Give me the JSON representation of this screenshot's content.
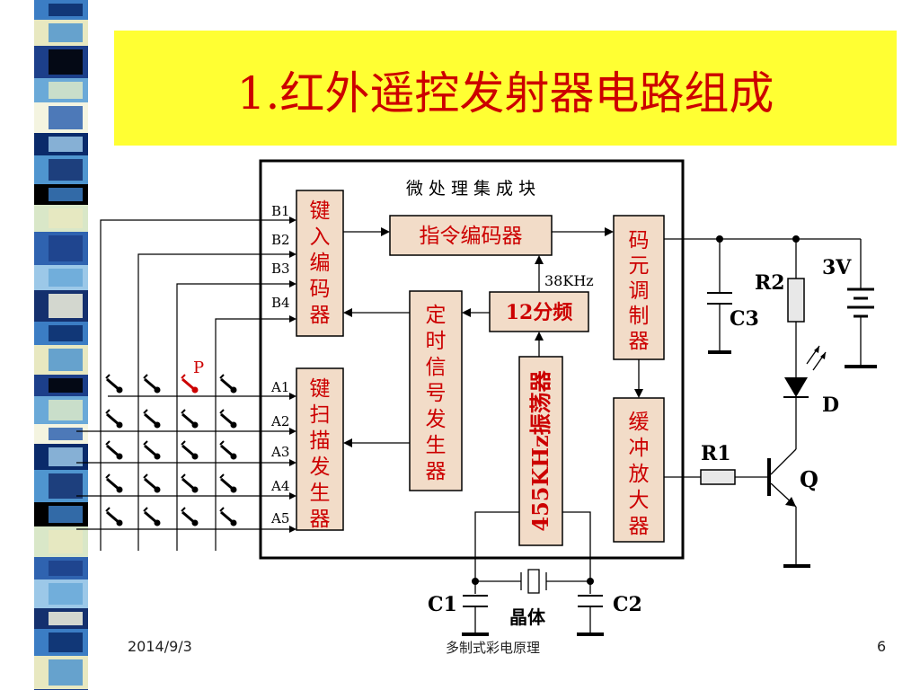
{
  "slide": {
    "title": "1.红外遥控发射器电路组成",
    "footer_date": "2014/9/3",
    "footer_center": "多制式彩电原理",
    "page_number": "6"
  },
  "diagram": {
    "chip_title": "微 处 理 集 成 块",
    "blocks": {
      "key_encoder": "键入编码器",
      "instruction_encoder": "指令编码器",
      "code_modulator": "码元调制器",
      "timing_generator": "定时信号发生器",
      "divider": "12分频",
      "oscillator": "455KHz振荡器",
      "buffer_amp": "缓冲放大器",
      "key_scan": "键扫描发生器"
    },
    "freq_label": "38KHz",
    "pins_b": [
      "B1",
      "B2",
      "B3",
      "B4"
    ],
    "pins_a": [
      "A1",
      "A2",
      "A3",
      "A4",
      "A5"
    ],
    "pressed_key_label": "P",
    "components": {
      "r2": "R2",
      "c3": "C3",
      "battery": "3V",
      "led": "D",
      "r1": "R1",
      "transistor": "Q",
      "c1": "C1",
      "c2": "C2",
      "crystal": "晶体"
    }
  },
  "colors": {
    "title_bg": "#ffff33",
    "title_text": "#cc0000",
    "block_fill": "#f2dcc8",
    "block_text": "#cc0000",
    "line": "#000000"
  }
}
